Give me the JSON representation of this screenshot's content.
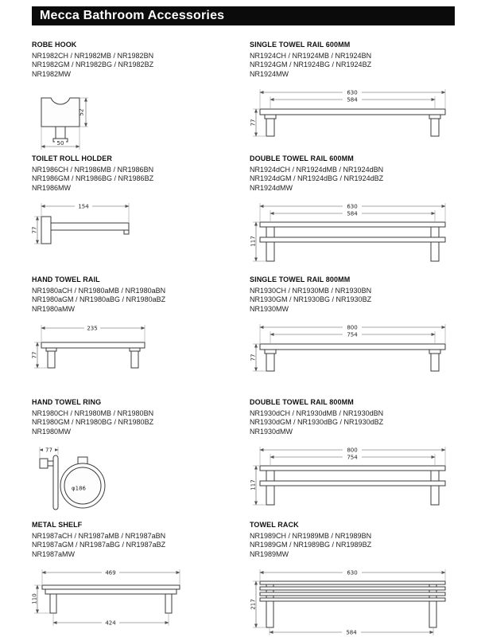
{
  "header": {
    "title": "Mecca Bathroom Accessories"
  },
  "products": [
    {
      "name": "ROBE HOOK",
      "codes": [
        "NR1982CH / NR1982MB / NR1982BN",
        "NR1982GM / NR1982BG / NR1982BZ",
        "NR1982MW"
      ],
      "dims": {
        "width": "50",
        "height": "52"
      }
    },
    {
      "name": "SINGLE TOWEL RAIL 600MM",
      "codes": [
        "NR1924CH / NR1924MB / NR1924BN",
        "NR1924GM / NR1924BG / NR1924BZ",
        "NR1924MW"
      ],
      "dims": {
        "outer": "630",
        "inner": "584",
        "height": "77"
      }
    },
    {
      "name": "TOILET ROLL HOLDER",
      "codes": [
        "NR1986CH / NR1986MB / NR1986BN",
        "NR1986GM / NR1986BG / NR1986BZ",
        "NR1986MW"
      ],
      "dims": {
        "width": "154",
        "height": "77"
      }
    },
    {
      "name": "DOUBLE TOWEL RAIL 600MM",
      "codes": [
        "NR1924dCH / NR1924dMB / NR1924dBN",
        "NR1924dGM / NR1924dBG / NR1924dBZ",
        "NR1924dMW"
      ],
      "dims": {
        "outer": "630",
        "inner": "584",
        "height": "117"
      }
    },
    {
      "name": "HAND TOWEL RAIL",
      "codes": [
        "NR1980aCH / NR1980aMB / NR1980aBN",
        "NR1980aGM / NR1980aBG / NR1980aBZ",
        "NR1980aMW"
      ],
      "dims": {
        "width": "235",
        "height": "77"
      }
    },
    {
      "name": "SINGLE TOWEL RAIL 800MM",
      "codes": [
        "NR1930CH / NR1930MB / NR1930BN",
        "NR1930GM / NR1930BG / NR1930BZ",
        "NR1930MW"
      ],
      "dims": {
        "outer": "800",
        "inner": "754",
        "height": "77"
      }
    },
    {
      "name": "HAND TOWEL RING",
      "codes": [
        "NR1980CH / NR1980MB / NR1980BN",
        "NR1980GM / NR1980BG / NR1980BZ",
        "NR1980MW"
      ],
      "dims": {
        "width": "77",
        "diameter": "φ186"
      }
    },
    {
      "name": "DOUBLE TOWEL RAIL 800MM",
      "codes": [
        "NR1930dCH / NR1930dMB / NR1930dBN",
        "NR1930dGM / NR1930dBG / NR1930dBZ",
        "NR1930dMW"
      ],
      "dims": {
        "outer": "800",
        "inner": "754",
        "height": "117"
      }
    },
    {
      "name": "METAL SHELF",
      "codes": [
        "NR1987aCH / NR1987aMB / NR1987aBN",
        "NR1987aGM / NR1987aBG / NR1987aBZ",
        "NR1987aMW"
      ],
      "dims": {
        "outer": "469",
        "inner": "424",
        "height": "110"
      }
    },
    {
      "name": "TOWEL RACK",
      "codes": [
        "NR1989CH / NR1989MB / NR1989BN",
        "NR1989GM / NR1989BG / NR1989BZ",
        "NR1989MW"
      ],
      "dims": {
        "outer": "630",
        "inner": "584",
        "height": "217"
      }
    }
  ]
}
